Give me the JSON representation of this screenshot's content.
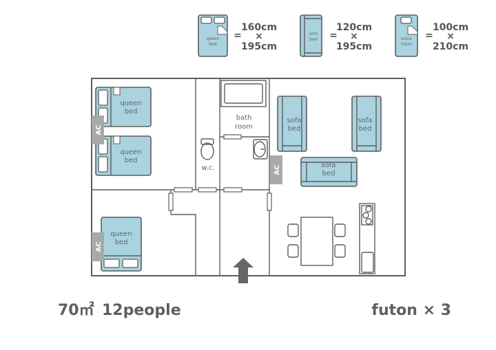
{
  "legend": [
    {
      "label_line1": "queen",
      "label_line2": "bed",
      "equals": "=",
      "width": "160cm",
      "times": "×",
      "length": "195cm"
    },
    {
      "label_line1": "sofa",
      "label_line2": "bed",
      "equals": "=",
      "width": "120cm",
      "times": "×",
      "length": "195cm"
    },
    {
      "label_line1": "extra",
      "label_line2": "futon",
      "equals": "=",
      "width": "100cm",
      "times": "×",
      "length": "210cm"
    }
  ],
  "rooms": {
    "queen_bed": [
      "queen",
      "bed"
    ],
    "sofa_bed": [
      "sofa",
      "bed"
    ],
    "bath": [
      "bath",
      "room"
    ],
    "wc": "w.c.",
    "ac": "AC"
  },
  "footer": {
    "area": "70㎡",
    "capacity": "12people",
    "futon": "futon × 3"
  },
  "colors": {
    "bed": "#a9d3df",
    "wall": "#5d5d5d",
    "ac": "#a9a9a9"
  }
}
